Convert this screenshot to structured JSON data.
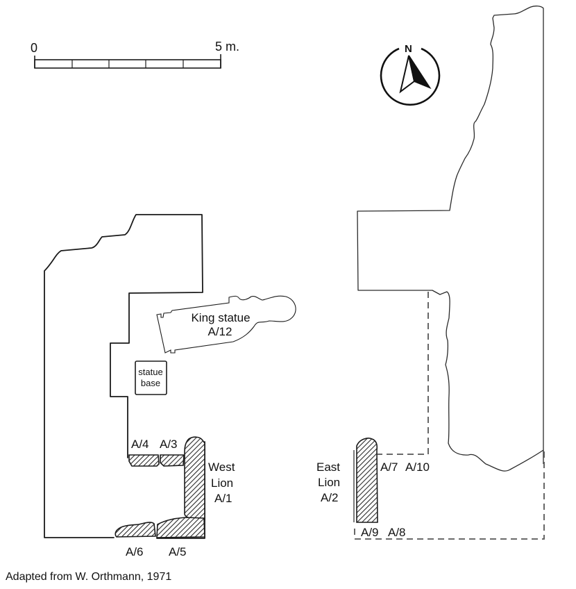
{
  "scale_bar": {
    "start_label": "0",
    "end_label": "5 m.",
    "divisions": 5,
    "length_m": 5
  },
  "north_arrow": {
    "label": "N",
    "icon": "north-arrow-icon"
  },
  "labels": {
    "king_statue": "King statue",
    "king_statue_id": "A/12",
    "statue_base_line1": "statue",
    "statue_base_line2": "base",
    "west_lion_line1": "West",
    "west_lion_line2": "Lion",
    "west_lion_id": "A/1",
    "east_lion_line1": "East",
    "east_lion_line2": "Lion",
    "east_lion_id": "A/2",
    "a3": "A/3",
    "a4": "A/4",
    "a5": "A/5",
    "a6": "A/6",
    "a7": "A/7",
    "a8": "A/8",
    "a9": "A/9",
    "a10": "A/10"
  },
  "credit": "Adapted from W. Orthmann, 1971",
  "colors": {
    "line": "#1a1a1a",
    "dashed": "#555555",
    "background": "#ffffff"
  }
}
